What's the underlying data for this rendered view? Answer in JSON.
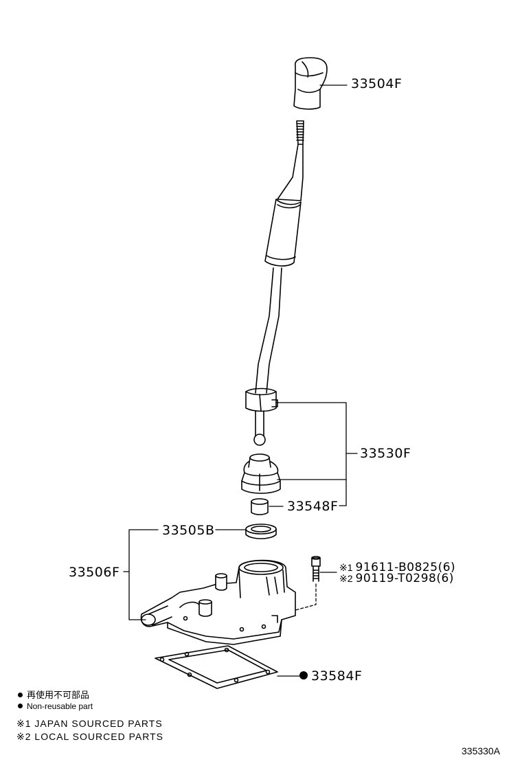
{
  "parts": {
    "knob": "33504F",
    "lever_sub": "33530F",
    "bushing": "33548F",
    "seat": "33505B",
    "retainer": "33506F",
    "gasket": "33584F"
  },
  "bolts": [
    {
      "mark": "※1",
      "number": "91611-B0825(6)"
    },
    {
      "mark": "※2",
      "number": "90119-T0298(6)"
    }
  ],
  "legend": {
    "nonreusable_jp": "再使用不可部品",
    "nonreusable_en": "Non-reusable part",
    "japan": "※1 JAPAN SOURCED PARTS",
    "local": "※2 LOCAL SOURCED PARTS"
  },
  "figure_ref": "335330A"
}
